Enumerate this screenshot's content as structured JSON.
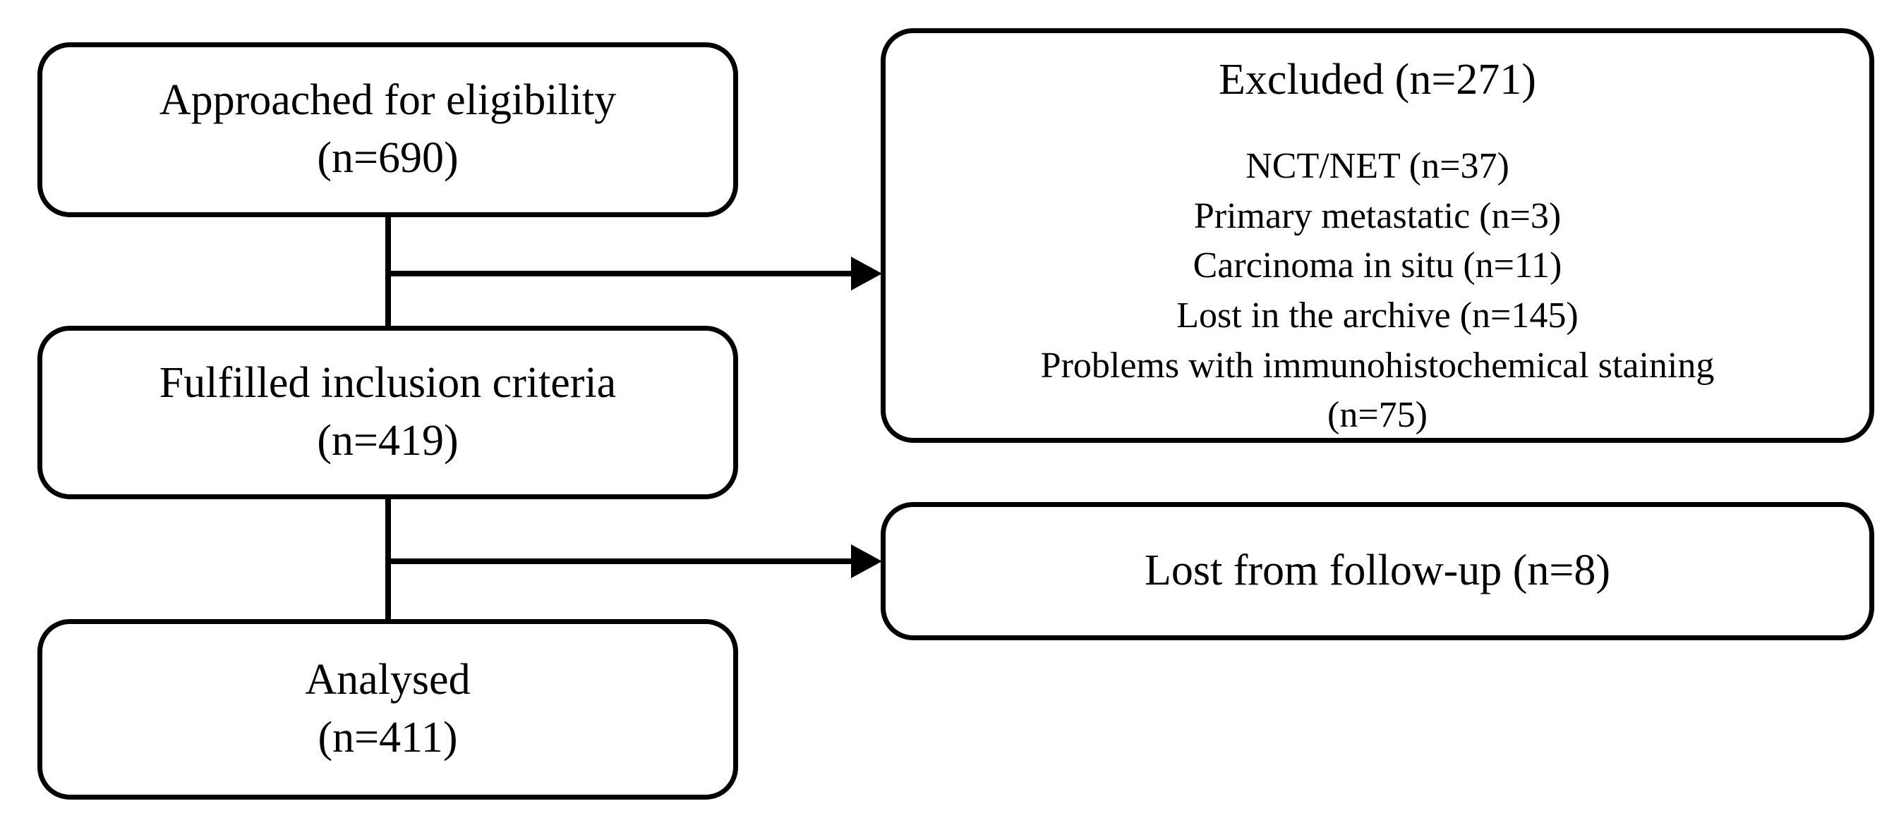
{
  "flow": {
    "approached": {
      "line1": "Approached for eligibility",
      "line2": "(n=690)"
    },
    "fulfilled": {
      "line1": "Fulfilled inclusion criteria",
      "line2": "(n=419)"
    },
    "analysed": {
      "line1": "Analysed",
      "line2": "(n=411)"
    },
    "excluded": {
      "title": "Excluded (n=271)",
      "lines": [
        "NCT/NET (n=37)",
        "Primary metastatic (n=3)",
        "Carcinoma in situ (n=11)",
        "Lost in the archive (n=145)",
        "Problems with immunohistochemical staining",
        "(n=75)"
      ]
    },
    "lost_followup": {
      "label": "Lost from follow-up (n=8)"
    },
    "colors": {
      "stroke": "#000000",
      "fill": "#ffffff",
      "background": "#ffffff"
    }
  }
}
